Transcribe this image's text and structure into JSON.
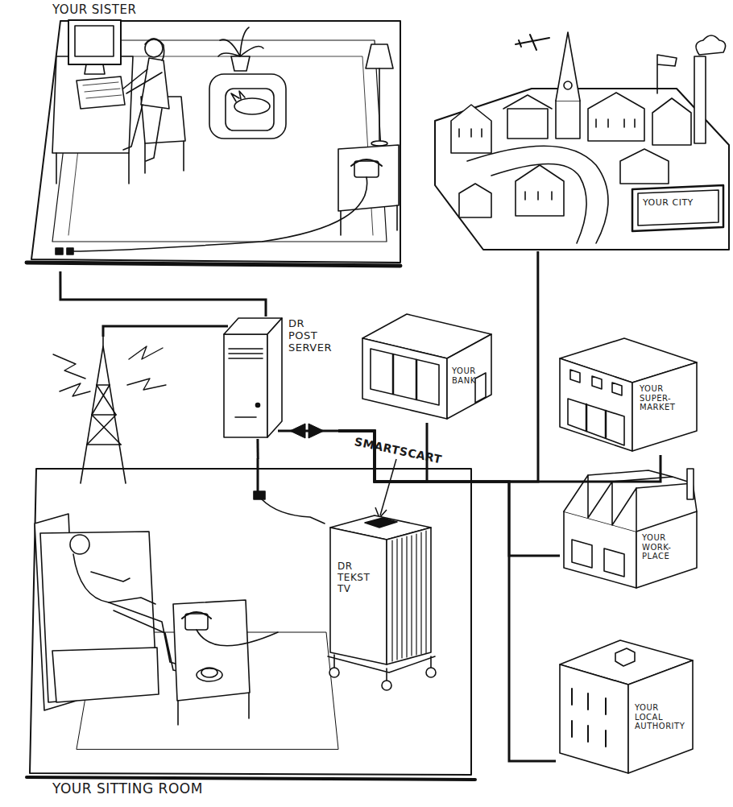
{
  "diagram": {
    "nodes": [
      {
        "text": [
          "YOUR SISTER"
        ]
      },
      {
        "text": [
          "YOUR CITY"
        ]
      },
      {
        "text": [
          "DR POST SERVER"
        ]
      },
      {
        "text": [
          "YOUR BANK"
        ]
      },
      {
        "text": [
          "YOUR SUPER- MARKET"
        ]
      },
      {
        "text": [
          "YOUR WORK- PLACE"
        ]
      },
      {
        "text": [
          "YOUR LOCAL AUTHORITY"
        ]
      },
      {
        "text": [
          "YOUR SITTING ROOM"
        ]
      },
      {
        "text": [
          "DR TEKST TV"
        ],
        "in": 7
      }
    ],
    "edges": [
      {
        "from": 0,
        "to": 2,
        "arrow": "none"
      },
      {
        "from": 2,
        "to": 7,
        "arrow": "none"
      },
      {
        "from": 2,
        "to": 3,
        "arrow": "none"
      },
      {
        "from": 2,
        "to": 1,
        "arrow": "none"
      },
      {
        "from": 2,
        "to": 4,
        "arrow": "none"
      },
      {
        "from": 2,
        "to": 5,
        "arrow": "none"
      },
      {
        "from": 2,
        "to": 6,
        "arrow": "none"
      }
    ],
    "labels": [
      "SMARTSCART"
    ]
  }
}
